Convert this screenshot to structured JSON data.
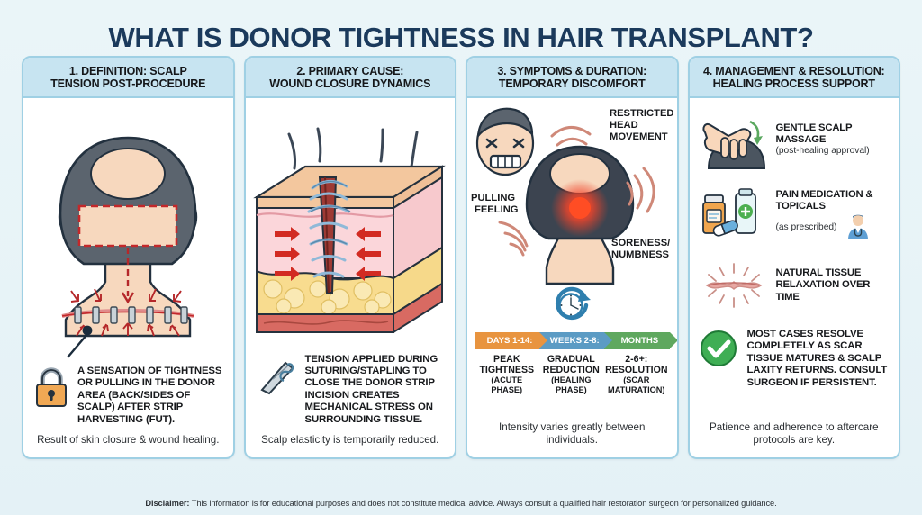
{
  "title": "WHAT IS DONOR TIGHTNESS IN HAIR TRANSPLANT?",
  "panels": [
    {
      "header_line1": "1. DEFINITION: SCALP",
      "header_line2": "TENSION POST-PROCEDURE",
      "icon": "padlock-icon",
      "bullet": "A SENSATION OF TIGHTNESS OR PULLING IN THE DONOR AREA (BACK/SIDES OF SCALP) AFTER STRIP HARVESTING (FUT).",
      "footnote": "Result of skin closure & wound healing.",
      "art_name": "back-of-head-donor-area-illustration"
    },
    {
      "header_line1": "2. PRIMARY CAUSE:",
      "header_line2": "WOUND CLOSURE DYNAMICS",
      "icon": "suture-needle-icon",
      "bullet": "TENSION APPLIED DURING SUTURING/STAPLING TO CLOSE THE DONOR STRIP INCISION CREATES MECHANICAL STRESS ON SURROUNDING TISSUE.",
      "footnote": "Scalp elasticity is temporarily reduced.",
      "art_name": "skin-cross-section-suture-illustration"
    },
    {
      "header_line1": "3. SYMPTOMS & DURATION:",
      "header_line2": "TEMPORARY DISCOMFORT",
      "icon": "clock-icon",
      "footnote": "Intensity varies greatly between individuals.",
      "art_name": "head-symptoms-illustration",
      "symptom_labels": [
        "RESTRICTED HEAD MOVEMENT",
        "PULLING FEELING",
        "SORENESS/ NUMBNESS"
      ],
      "timeline": [
        {
          "chip": "DAYS 1-14:",
          "color": "#e8943f",
          "title": "PEAK TIGHTNESS",
          "sub": "(ACUTE PHASE)"
        },
        {
          "chip": "WEEKS 2-8:",
          "color": "#5b9bc4",
          "title": "GRADUAL REDUCTION",
          "sub": "(HEALING PHASE)"
        },
        {
          "chip": "MONTHS",
          "color": "#5fa85f",
          "title": "2-6+: RESOLUTION",
          "sub": "(SCAR MATURATION)"
        }
      ]
    },
    {
      "header_line1": "4. MANAGEMENT & RESOLUTION:",
      "header_line2": "HEALING PROCESS SUPPORT",
      "footnote": "Patience and adherence to aftercare protocols are key.",
      "items": [
        {
          "icon": "hand-massage-icon",
          "title": "GENTLE SCALP MASSAGE",
          "sub": "(post-healing approval)"
        },
        {
          "icon": "pill-bottle-and-tube-icon",
          "title": "PAIN MEDICATION & TOPICALS",
          "sub": "(as prescribed)"
        },
        {
          "icon": "healing-scar-icon",
          "title": "NATURAL TISSUE RELAXATION OVER TIME",
          "sub": ""
        }
      ],
      "resolution_icon": "green-check-circle-icon",
      "bullet": "MOST CASES RESOLVE COMPLETELY AS SCAR TISSUE MATURES & SCALP LAXITY RETURNS. CONSULT SURGEON IF PERSISTENT."
    }
  ],
  "disclaimer": {
    "label": "Disclaimer:",
    "text": " This information is for educational purposes and does not constitute medical advice. Always consult a qualified hair restoration surgeon for personalized guidance."
  },
  "colors": {
    "title": "#1b3a5c",
    "panel_border": "#9fd0e4",
    "panel_header_bg": "#c7e4f1",
    "page_bg": "#e9f4f7",
    "accent_orange": "#e8943f",
    "accent_blue": "#5b9bc4",
    "accent_green": "#5fa85f",
    "skin": "#f6d6bc",
    "hair": "#5b646e",
    "pain_red": "#f03c22"
  }
}
